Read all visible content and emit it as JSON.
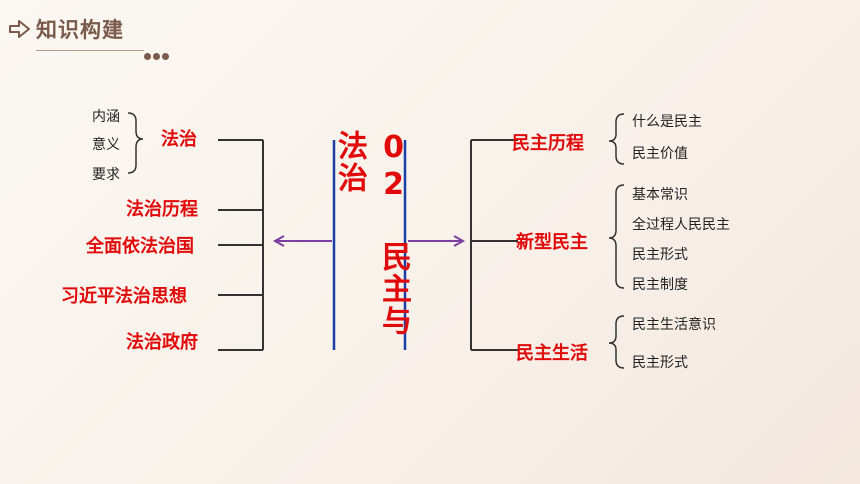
{
  "header": {
    "title": "知识构建"
  },
  "center": {
    "title": "02 民主与法治"
  },
  "left": {
    "fazhi": {
      "label": "法治",
      "sub": [
        "内涵",
        "意义",
        "要求"
      ]
    },
    "items": [
      "法治历程",
      "全面依法治国",
      "习近平法治思想",
      "法治政府"
    ]
  },
  "right": {
    "groups": [
      {
        "label": "民主历程",
        "items": [
          "什么是民主",
          "民主价值"
        ]
      },
      {
        "label": "新型民主",
        "items": [
          "基本常识",
          "全过程人民民主",
          "民主形式",
          "民主制度"
        ]
      },
      {
        "label": "民主生活",
        "items": [
          "民主生活意识",
          "民主形式"
        ]
      }
    ]
  },
  "colors": {
    "accent_red": "#e10a0a",
    "connector_purple": "#7b3fa0",
    "bar_blue": "#1a3fa6"
  },
  "icons": {
    "header": "arrow-right-icon"
  }
}
